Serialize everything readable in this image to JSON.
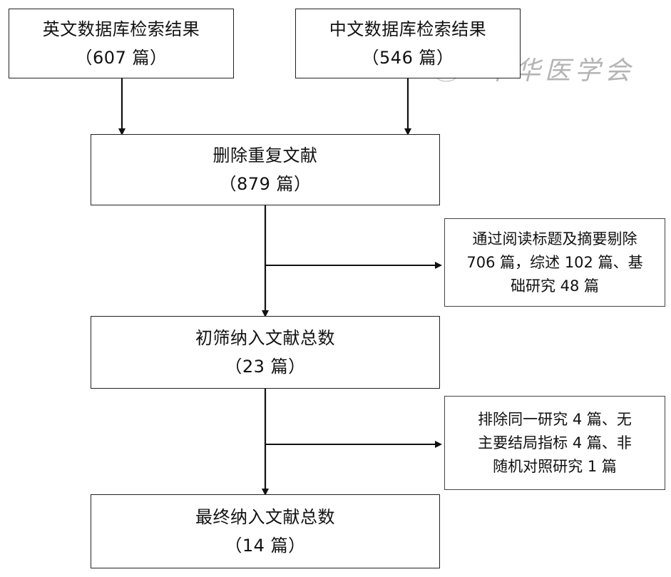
{
  "boxes": {
    "english": {
      "line1": "英文数据库检索结果",
      "line2": "（607 篇）"
    },
    "chinese": {
      "line1": "中文数据库检索结果",
      "line2": "（546 篇）"
    },
    "dedup": {
      "line1": "删除重复文献",
      "line2": "（879 篇）"
    },
    "initial": {
      "line1": "初筛纳入文献总数",
      "line2": "（23 篇）"
    },
    "final": {
      "line1": "最终纳入文献总数",
      "line2": "（14 篇）"
    }
  },
  "exclusions": {
    "first": [
      "通过阅读标题及摘要剔除",
      "706 篇，综述 102 篇、基",
      "础研究 48 篇"
    ],
    "second": [
      "排除同一研究 4 篇、无",
      "主要结局指标 4 篇、非",
      "随机对照研究 1 篇"
    ]
  },
  "watermark": {
    "text": "中华医学会"
  }
}
